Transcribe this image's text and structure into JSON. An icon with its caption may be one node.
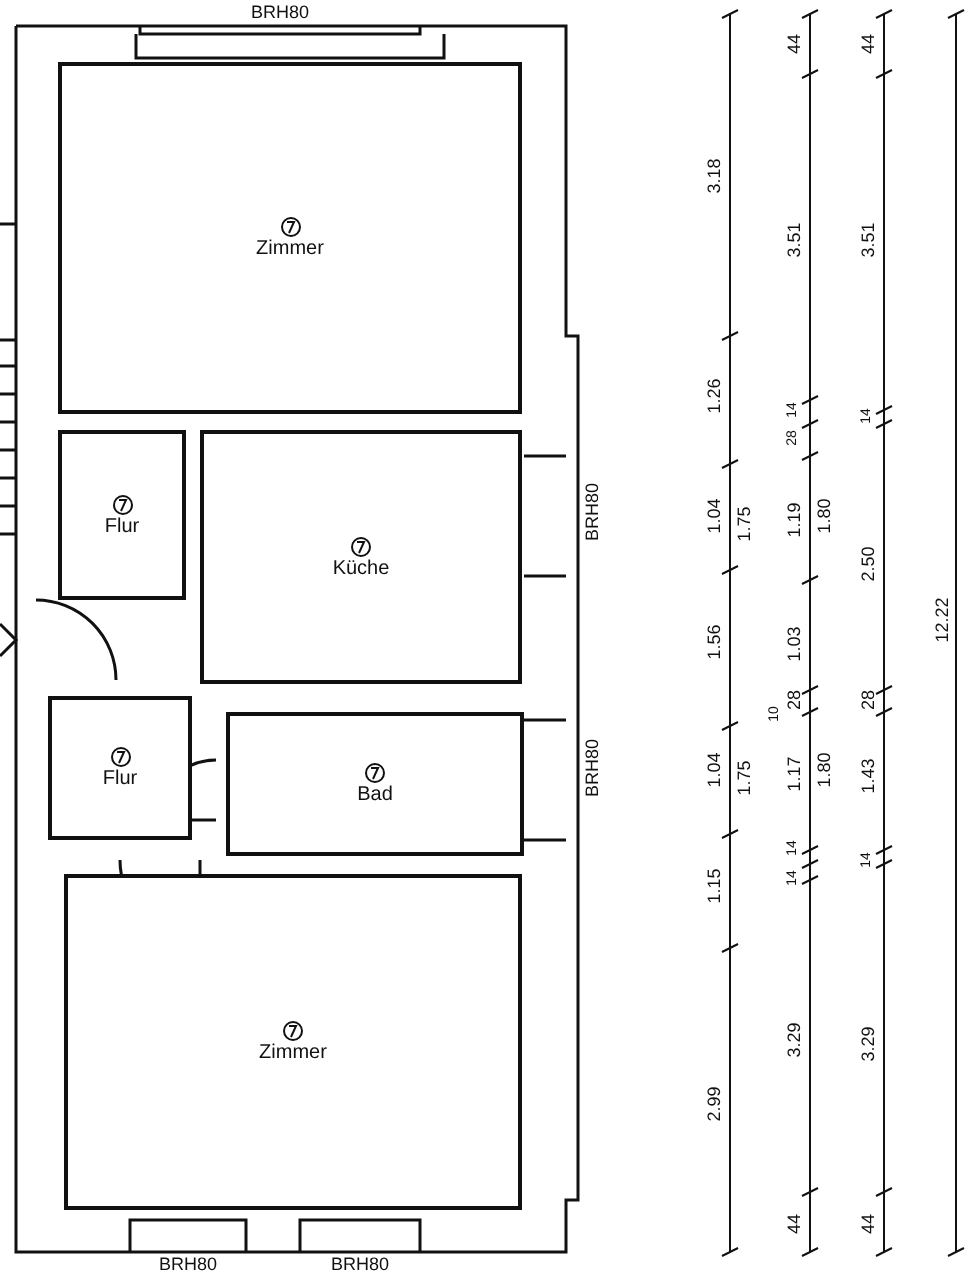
{
  "diagram": {
    "nodes": [
      {
        "text": [
          "Zimmer"
        ]
      },
      {
        "text": [
          "Flur"
        ]
      },
      {
        "text": [
          "Küche"
        ]
      },
      {
        "text": [
          "Flur"
        ]
      },
      {
        "text": [
          "Bad"
        ]
      },
      {
        "text": [
          "Zimmer"
        ]
      }
    ],
    "labels": [
      "BRH80",
      "BRH80",
      "BRH80",
      "BRH80",
      "BRH80",
      "3.18",
      "1.26",
      "1.04",
      "1.75",
      "1.56",
      "1.04",
      "1.75",
      "1.15",
      "2.99",
      "44",
      "3.51",
      "14",
      "28",
      "1.19",
      "1.80",
      "1.03",
      "10",
      "28",
      "1.17",
      "1.80",
      "14",
      "14",
      "3.29",
      "44",
      "44",
      "3.51",
      "14",
      "2.50",
      "28",
      "1.43",
      "14",
      "3.29",
      "44",
      "12.22"
    ]
  }
}
